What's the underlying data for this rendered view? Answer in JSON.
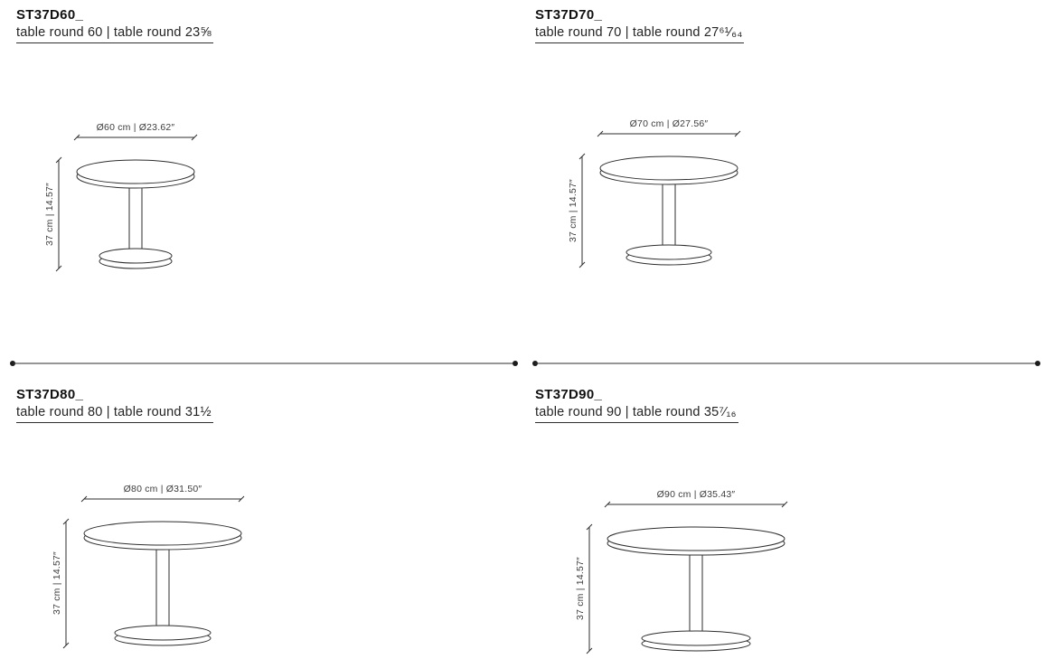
{
  "products": [
    {
      "code": "ST37D60_",
      "subtitle": "table round 60 | table round 23⅝",
      "diameter": "Ø60 cm | Ø23.62″",
      "height": "37 cm | 14.57″"
    },
    {
      "code": "ST37D70_",
      "subtitle": "table round 70 | table round 27⁶¹⁄₆₄",
      "diameter": "Ø70 cm | Ø27.56″",
      "height": "37 cm | 14.57″"
    },
    {
      "code": "ST37D80_",
      "subtitle": "table round 80 | table round 31½",
      "diameter": "Ø80 cm | Ø31.50″",
      "height": "37 cm | 14.57″"
    },
    {
      "code": "ST37D90_",
      "subtitle": "table round 90 | table round 35⁷⁄₁₆",
      "diameter": "Ø90 cm | Ø35.43″",
      "height": "37 cm | 14.57″"
    }
  ]
}
